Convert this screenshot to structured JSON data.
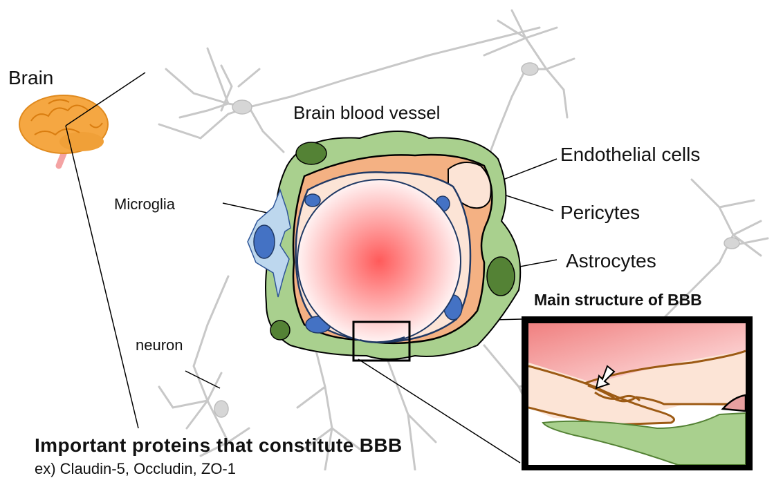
{
  "labels": {
    "brain": "Brain",
    "vessel": "Brain blood vessel",
    "endothelial": "Endothelial cells",
    "pericytes": "Pericytes",
    "astrocytes": "Astrocytes",
    "microglia": "Microglia",
    "neuron": "neuron",
    "bbb_structure": "Main structure of BBB",
    "proteins_title": "Important proteins that constitute BBB",
    "proteins_examples": "ex) Claudin-5, Occludin, ZO-1"
  },
  "colors": {
    "neuron_gray": "#c8c8c8",
    "astrocyte_green": "#a9d08e",
    "astrocyte_nucleus": "#548235",
    "pericyte_orange": "#f4b183",
    "endothelial_peach": "#fce4d6",
    "endothelial_outline": "#1f3864",
    "endothelial_nucleus": "#4472c4",
    "microglia_light": "#bdd7ee",
    "lumen_red": "#ff5a5a",
    "tight_junction_brown": "#9c5a14"
  },
  "icons": [
    "brain-icon",
    "white-arrow-icon"
  ]
}
